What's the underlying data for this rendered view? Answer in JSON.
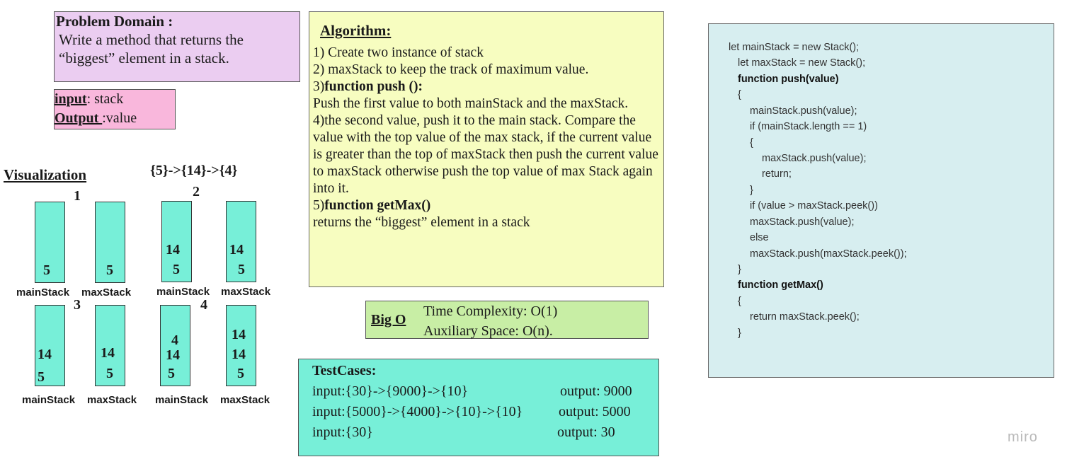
{
  "problem": {
    "title": "Problem Domain :",
    "text": "Write a method that returns the “biggest” element in a stack."
  },
  "io": {
    "input_label": "input",
    "input_value": ": stack",
    "output_label": "Output ",
    "output_value": ":value"
  },
  "visualization": {
    "title": "Visualization ",
    "sequence": "{5}->{14}->{4}",
    "panels": [
      {
        "number": "1",
        "main_values": [
          "5"
        ],
        "max_values": [
          "5"
        ],
        "main_label": "mainStack",
        "max_label": "maxStack"
      },
      {
        "number": "2",
        "main_values": [
          "14",
          "5"
        ],
        "max_values": [
          "14",
          "5"
        ],
        "main_label": "mainStack",
        "max_label": "maxStack"
      },
      {
        "number": "3",
        "main_values": [
          "14",
          "5"
        ],
        "max_values": [
          "14",
          "5"
        ],
        "main_label": "mainStack",
        "max_label": "maxStack"
      },
      {
        "number": "4",
        "main_values": [
          "4",
          "14",
          "5"
        ],
        "max_values": [
          "14",
          "14",
          "5"
        ],
        "main_label": "mainStack",
        "max_label": "maxStack"
      }
    ]
  },
  "algorithm": {
    "title": "Algorithm:",
    "step1": "1) Create  two instance of stack",
    "step2": "2) maxStack to keep the track of maximum value.",
    "step3_num": "3)",
    "step3_title": "function push ():",
    "step3_text": "Push the first value to both mainStack and the maxStack.",
    "step4": "4)the second value, push it to the main stack. Compare the value with the top value of the max stack, if the current value is greater than the top of maxStack then push the current value to maxStack otherwise push the top value of max Stack again into it.",
    "step5_num": "5)",
    "step5_title": "function getMax()",
    "step5_text": "returns the “biggest” element in a stack"
  },
  "bigo": {
    "label": "Big O",
    "time": "Time Complexity: O(1)",
    "space": "Auxiliary Space: O(n)."
  },
  "tests": {
    "title": "TestCases:",
    "cases": [
      {
        "input": "input:{30}->{9000}->{10}",
        "output": "output: 9000"
      },
      {
        "input": "input:{5000}->{4000}->{10}->{10}",
        "output": "output: 5000"
      },
      {
        "input": "input:{30}",
        "output": "output: 30"
      }
    ]
  },
  "code": {
    "lines": [
      "let mainStack = new Stack();",
      "let maxStack = new Stack();",
      "function push(value)",
      "{",
      "mainStack.push(value);",
      "if (mainStack.length == 1)",
      "{",
      "maxStack.push(value);",
      "return;",
      "}",
      "if (value > maxStack.peek())",
      "maxStack.push(value);",
      "else",
      "maxStack.push(maxStack.peek());",
      "}",
      "function getMax()",
      "{",
      "return maxStack.peek();",
      "}"
    ]
  },
  "watermark": "miro"
}
